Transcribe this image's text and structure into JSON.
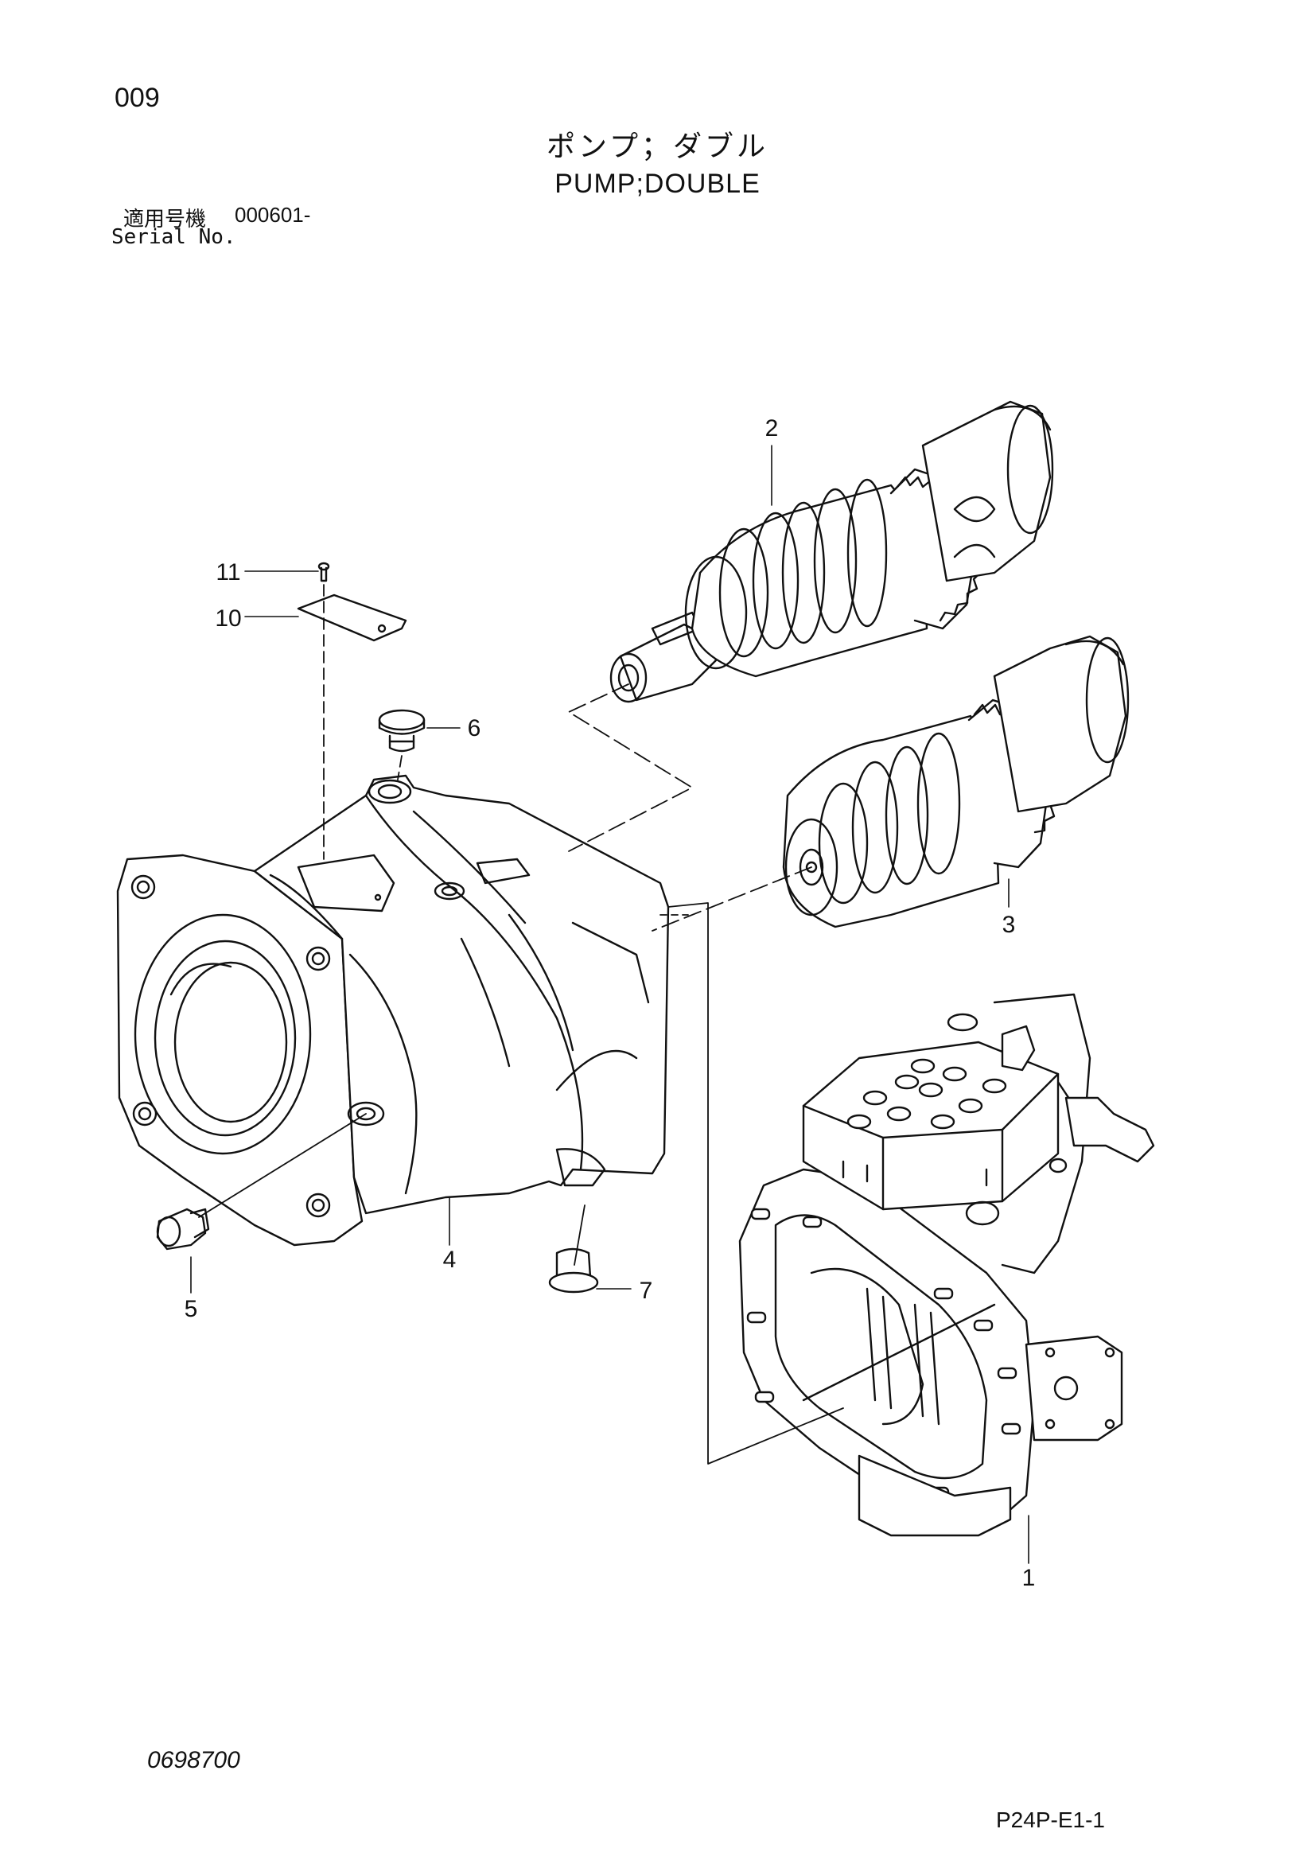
{
  "header": {
    "page_number": "009",
    "title_jp": "ポンプ；ダブル",
    "title_en": "PUMP;DOUBLE",
    "serial_label_jp": "適用号機",
    "serial_range": "000601-",
    "serial_label_en": "Serial No."
  },
  "callouts": {
    "c1": "1",
    "c2": "2",
    "c3": "3",
    "c4": "4",
    "c5": "5",
    "c6": "6",
    "c7": "7",
    "c10": "10",
    "c11": "11"
  },
  "footer": {
    "doc_number": "0698700",
    "figure_code": "P24P-E1-1"
  }
}
